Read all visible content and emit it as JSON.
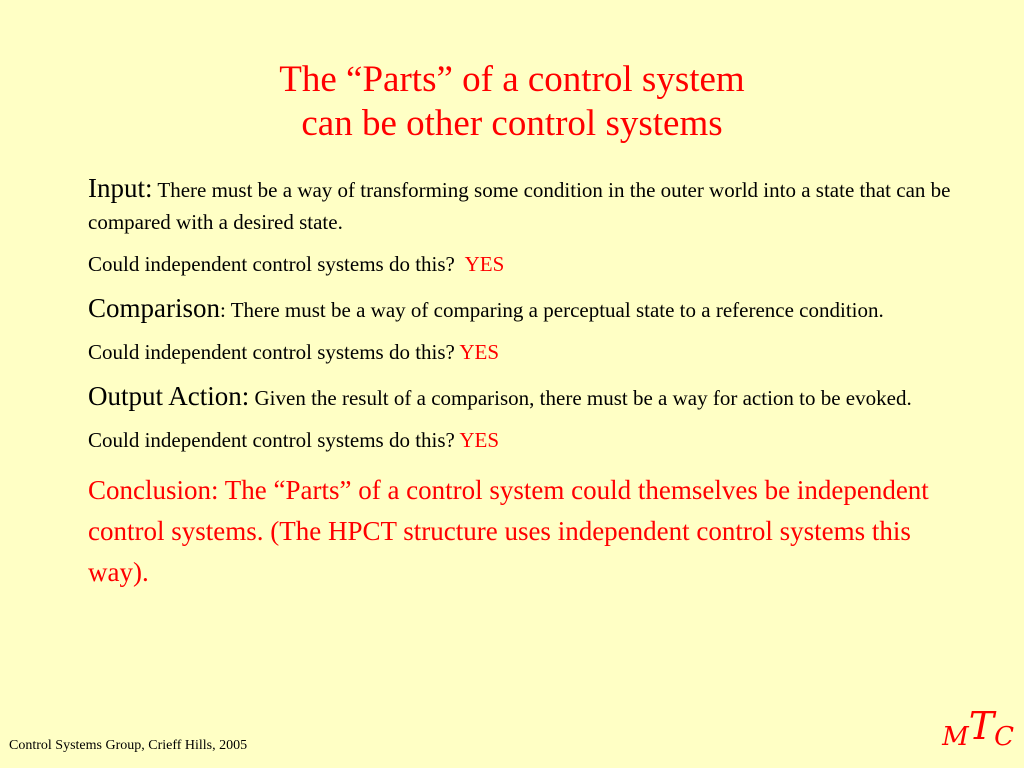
{
  "slide": {
    "title_line1": "The “Parts” of a control system",
    "title_line2": "can be other control systems",
    "sections": [
      {
        "lead": "Input:",
        "text": " There must be a way of transforming some condition in the outer world into a state that can be compared with a desired state.",
        "question": "Could independent control systems do this?  ",
        "answer": "YES"
      },
      {
        "lead": "Comparison",
        "text": ": There must  be a way of comparing a perceptual state to a reference condition.",
        "question": "Could independent control systems do this? ",
        "answer": "YES"
      },
      {
        "lead": "Output Action:",
        "text": " Given the result of a comparison, there must be a way for action to be evoked.",
        "question": "Could independent control systems do this? ",
        "answer": "YES"
      }
    ],
    "conclusion": "Conclusion: The “Parts” of a control system could themselves be independent control systems. (The HPCT structure uses independent control systems this way).",
    "footer": "Control Systems Group, Crieff Hills, 2005",
    "logo": {
      "m": "M",
      "t": "T",
      "c": "C"
    },
    "colors": {
      "background": "#FFFFC5",
      "accent": "#FF0000",
      "text": "#000000"
    }
  }
}
